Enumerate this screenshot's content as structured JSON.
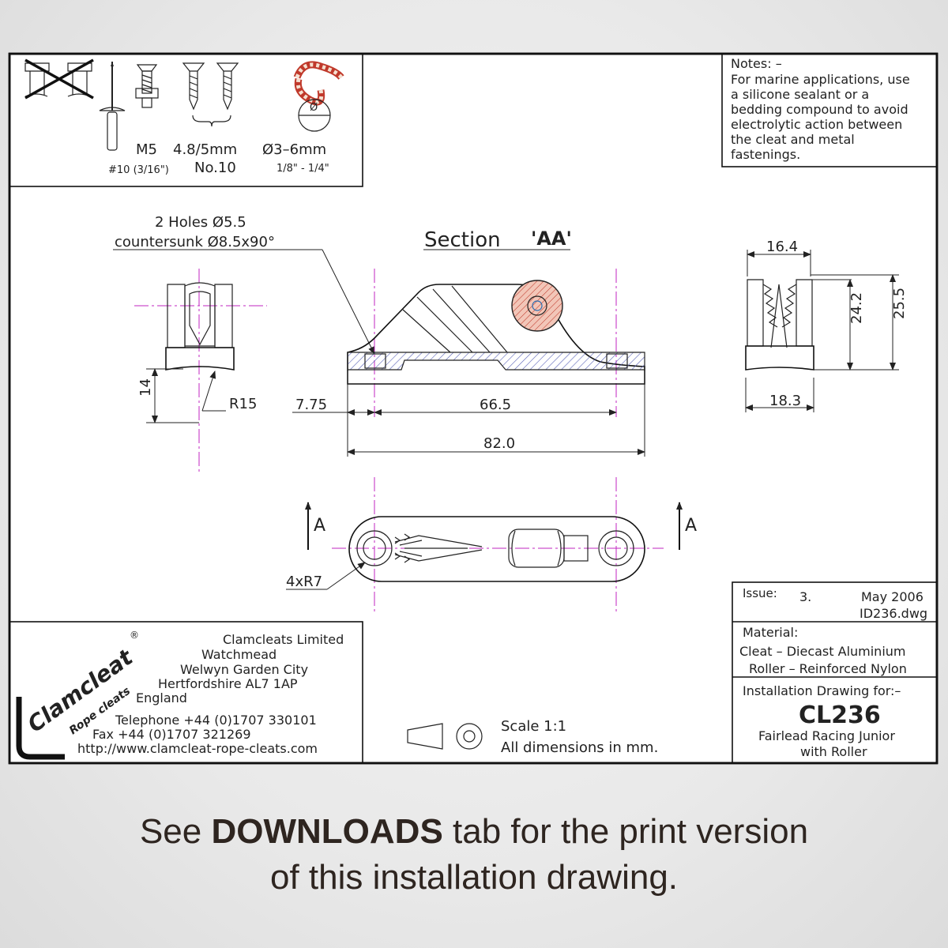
{
  "fasteners": {
    "m5": "M5",
    "screw_size": "4.8/5mm",
    "rope_dia": "Ø3–6mm",
    "no10_imperial": "#10 (3/16\")",
    "no10": "No.10",
    "rope_imperial": "1/8\" - 1/4\"",
    "rope_symbol": "Ø"
  },
  "notes": {
    "title": "Notes: –",
    "lines": [
      "For marine applications, use",
      "a silicone sealant or a",
      "bedding compound to avoid",
      "electrolytic action between",
      "the cleat and metal",
      "fastenings."
    ]
  },
  "holes": {
    "line1": "2 Holes Ø5.5",
    "line2": "countersunk Ø8.5x90°"
  },
  "section": {
    "label": "Section",
    "name": "'AA'"
  },
  "dimensions": {
    "d16_4": "16.4",
    "d24_2": "24.2",
    "d25_5": "25.5",
    "d18_3": "18.3",
    "d14": "14",
    "r15": "R15",
    "d7_75": "7.75",
    "d66_5": "66.5",
    "d82_0": "82.0",
    "r7": "4xR7",
    "section_mark_left": "A",
    "section_mark_right": "A"
  },
  "company": {
    "brand": "Clamcleat",
    "registered": "®",
    "tagline": "Rope cleats",
    "name": "Clamcleats Limited",
    "address": [
      "Watchmead",
      "Welwyn Garden City",
      "Hertfordshire AL7 1AP",
      "England"
    ],
    "telephone": "Telephone +44 (0)1707 330101",
    "fax": "Fax +44 (0)1707 321269",
    "web": "http://www.clamcleat-rope-cleats.com"
  },
  "scale": {
    "line1": "Scale 1:1",
    "line2": "All dimensions in mm."
  },
  "issue": {
    "label": "Issue:",
    "number": "3.",
    "date": "May 2006",
    "file": "ID236.dwg"
  },
  "material": {
    "label": "Material:",
    "cleat": "Cleat – Diecast Aluminium",
    "roller": "Roller – Reinforced Nylon"
  },
  "product": {
    "label": "Installation Drawing for:–",
    "code": "CL236",
    "desc1": "Fairlead Racing Junior",
    "desc2": "with Roller"
  },
  "caption": {
    "pre": "See",
    "bold": "DOWNLOADS",
    "post": "tab for the print version",
    "line2": "of this installation drawing."
  },
  "colors": {
    "centerline": "#c026c0",
    "hatch_blue": "#5a63b8",
    "roller_fill": "#f2c6b8",
    "roller_hatch": "#c0392b"
  }
}
